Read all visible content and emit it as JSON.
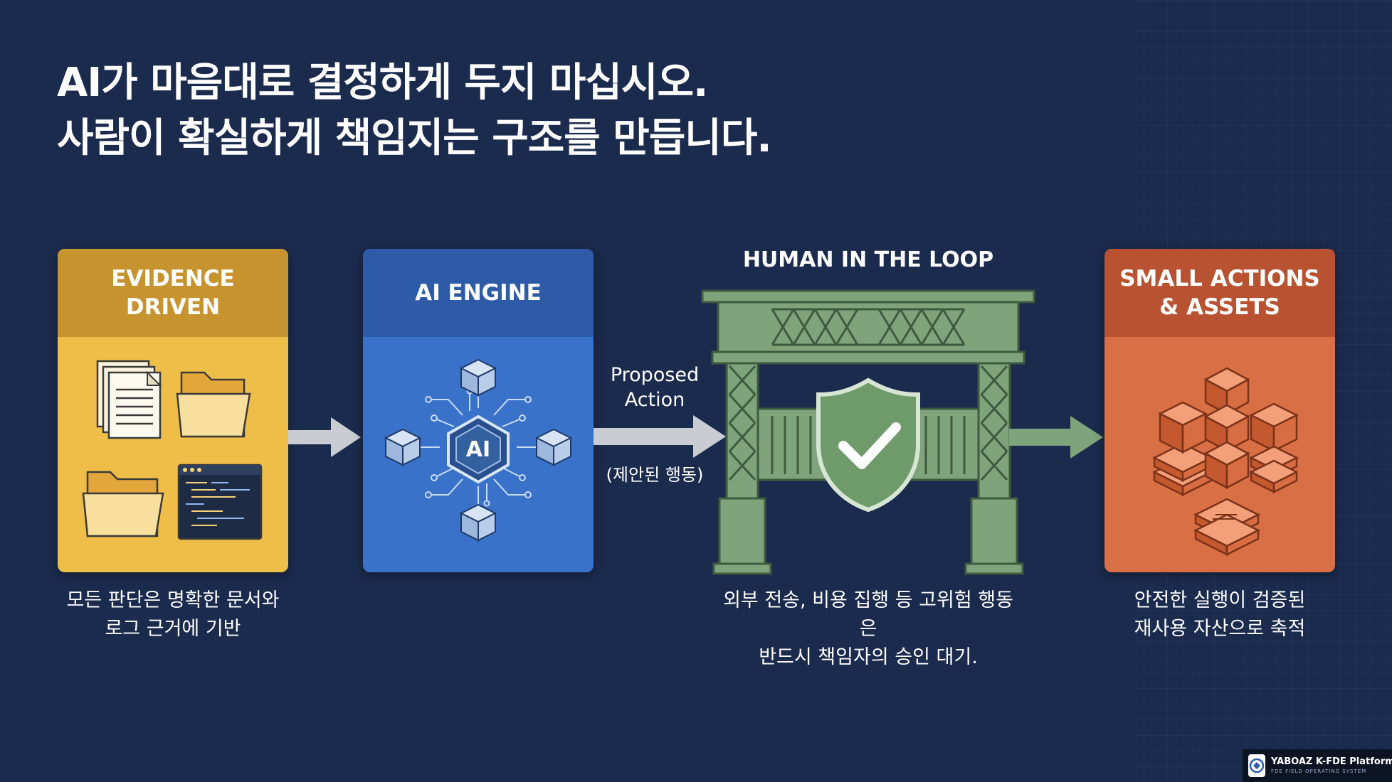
{
  "title": {
    "line1": "AI가 마음대로 결정하게 두지 마십시오.",
    "line2": "사람이 확실하게 책임지는 구조를 만듭니다."
  },
  "cards": {
    "evidence": {
      "line1": "EVIDENCE",
      "line2": "DRIVEN",
      "caption1": "모든 판단은 명확한 문서와",
      "caption2": "로그 근거에 기반"
    },
    "engine": {
      "label": "AI ENGINE",
      "chip": "AI"
    },
    "hitl": {
      "title": "HUMAN IN THE LOOP",
      "caption1": "외부 전송, 비용 집행 등 고위험 행동은",
      "caption2": "반드시 책임자의 승인 대기."
    },
    "assets": {
      "line1": "SMALL ACTIONS",
      "line2": "& ASSETS",
      "caption1": "안전한 실행이 검증된",
      "caption2": "재사용 자산으로 축적"
    }
  },
  "proposed": {
    "line1": "Proposed",
    "line2": "Action",
    "korean": "(제안된 행동)"
  },
  "footer": {
    "brand": "YABOAZ K-FDE Platform",
    "subtitle": "FDE FIELD OPERATING SYSTEM"
  },
  "colors": {
    "background": "#1b2b4d",
    "evidence": "#efbe48",
    "engine": "#3a72c9",
    "gate": "#7fa37a",
    "assets": "#d96f44"
  },
  "icons": [
    "document-stack-icon",
    "folder-icon",
    "code-window-icon",
    "ai-chip-icon",
    "cube-icon",
    "gate-icon",
    "shield-check-icon",
    "block-stack-icon",
    "arrow-right-icon"
  ]
}
